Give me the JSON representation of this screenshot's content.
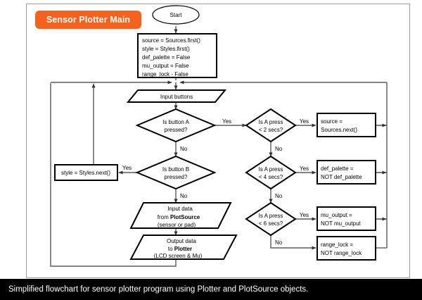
{
  "page": {
    "title_badge": "Sensor Plotter Main",
    "caption": "Simplified flowchart for sensor plotter program using Plotter and PlotSource objects.",
    "accent_color": "#f4621e",
    "caption_bar_color": "#000000",
    "frame_border_color": "#9a9a9a",
    "connector_color": "#5a5a5a"
  },
  "chart_data": {
    "type": "diagram",
    "subtype": "flowchart",
    "title": "Sensor Plotter Main",
    "nodes": [
      {
        "id": "start",
        "shape": "terminator",
        "label": "Start"
      },
      {
        "id": "init",
        "shape": "process",
        "lines": [
          "source = Sources.first()",
          "style = Styles.first()",
          "def_palette = False",
          "mu_output = False",
          "range_lock - False"
        ]
      },
      {
        "id": "input_buttons",
        "shape": "io",
        "label": "Input buttons"
      },
      {
        "id": "btnA",
        "shape": "decision",
        "lines": [
          "Is button A",
          "pressed?"
        ]
      },
      {
        "id": "btnB",
        "shape": "decision",
        "lines": [
          "Is button B",
          "pressed?"
        ]
      },
      {
        "id": "style_next",
        "shape": "process",
        "label": "style = Styles.next()"
      },
      {
        "id": "a2",
        "shape": "decision",
        "lines": [
          "Is A press",
          "< 2 secs?"
        ]
      },
      {
        "id": "a4",
        "shape": "decision",
        "lines": [
          "Is A press",
          "< 4 secs?"
        ]
      },
      {
        "id": "a6",
        "shape": "decision",
        "lines": [
          "Is A press",
          "< 6 secs?"
        ]
      },
      {
        "id": "source_next",
        "shape": "process",
        "lines": [
          "source =",
          "Sources.next()"
        ]
      },
      {
        "id": "def_palette",
        "shape": "process",
        "lines": [
          "def_palette =",
          "NOT def_palette"
        ]
      },
      {
        "id": "mu_output",
        "shape": "process",
        "lines": [
          "mu_output =",
          "NOT mu_output"
        ]
      },
      {
        "id": "range_lock",
        "shape": "process",
        "lines": [
          "range_lock =",
          "NOT range_lock"
        ]
      },
      {
        "id": "input_data",
        "shape": "io",
        "lines": [
          "Input data",
          "from PlotSource",
          "(sensor or pad)"
        ],
        "bold_word": "PlotSource"
      },
      {
        "id": "output_data",
        "shape": "io",
        "lines": [
          "Output data",
          "to Plotter",
          "(LCD screen & Mu)"
        ],
        "bold_word": "Plotter"
      }
    ],
    "edges": [
      {
        "from": "start",
        "to": "init",
        "label": ""
      },
      {
        "from": "init",
        "to": "input_buttons",
        "label": ""
      },
      {
        "from": "input_buttons",
        "to": "btnA",
        "label": ""
      },
      {
        "from": "btnA",
        "to": "a2",
        "label": "Yes"
      },
      {
        "from": "btnA",
        "to": "btnB",
        "label": "No"
      },
      {
        "from": "btnB",
        "to": "style_next",
        "label": "Yes"
      },
      {
        "from": "btnB",
        "to": "input_data",
        "label": "No"
      },
      {
        "from": "a2",
        "to": "source_next",
        "label": "Yes"
      },
      {
        "from": "a2",
        "to": "a4",
        "label": "No"
      },
      {
        "from": "a4",
        "to": "def_palette",
        "label": "Yes"
      },
      {
        "from": "a4",
        "to": "a6",
        "label": "No"
      },
      {
        "from": "a6",
        "to": "mu_output",
        "label": "Yes"
      },
      {
        "from": "a6",
        "to": "range_lock",
        "label": "No"
      },
      {
        "from": "input_data",
        "to": "output_data",
        "label": ""
      },
      {
        "from": "output_data",
        "to": "input_buttons",
        "label": ""
      },
      {
        "from": "style_next",
        "to": "input_buttons",
        "label": ""
      },
      {
        "from": "source_next",
        "to": "input_buttons",
        "label": ""
      },
      {
        "from": "def_palette",
        "to": "input_buttons",
        "label": ""
      },
      {
        "from": "mu_output",
        "to": "input_buttons",
        "label": ""
      },
      {
        "from": "range_lock",
        "to": "input_buttons",
        "label": ""
      }
    ],
    "edge_labels": [
      "Yes",
      "No"
    ]
  },
  "text": {
    "start": "Start",
    "init_1": "source = Sources.first()",
    "init_2": "style = Styles.first()",
    "init_3": "def_palette = False",
    "init_4": "mu_output = False",
    "init_5": "range_lock - False",
    "input_buttons": "Input buttons",
    "btnA_1": "Is button A",
    "btnA_2": "pressed?",
    "btnB_1": "Is button B",
    "btnB_2": "pressed?",
    "style_next": "style = Styles.next()",
    "a2_1": "Is A press",
    "a2_2": "< 2 secs?",
    "a4_1": "Is A press",
    "a4_2": "< 4 secs?",
    "a6_1": "Is A press",
    "a6_2": "< 6 secs?",
    "source_next_1": "source =",
    "source_next_2": "Sources.next()",
    "def_palette_1": "def_palette =",
    "def_palette_2": "NOT def_palette",
    "mu_output_1": "mu_output =",
    "mu_output_2": "NOT mu_output",
    "range_lock_1": "range_lock =",
    "range_lock_2": "NOT range_lock",
    "input_data_1": "Input data",
    "input_data_2a": "from ",
    "input_data_2b": "PlotSource",
    "input_data_3": "(sensor or pad)",
    "output_data_1": "Output data",
    "output_data_2a": "to ",
    "output_data_2b": "Plotter",
    "output_data_3": "(LCD screen & Mu)",
    "yes_1": "Yes",
    "yes_2": "Yes",
    "yes_3": "Yes",
    "yes_4": "Yes",
    "yes_5": "Yes",
    "no_1": "No",
    "no_2": "No",
    "no_3": "No",
    "no_4": "No",
    "no_5": "No"
  }
}
